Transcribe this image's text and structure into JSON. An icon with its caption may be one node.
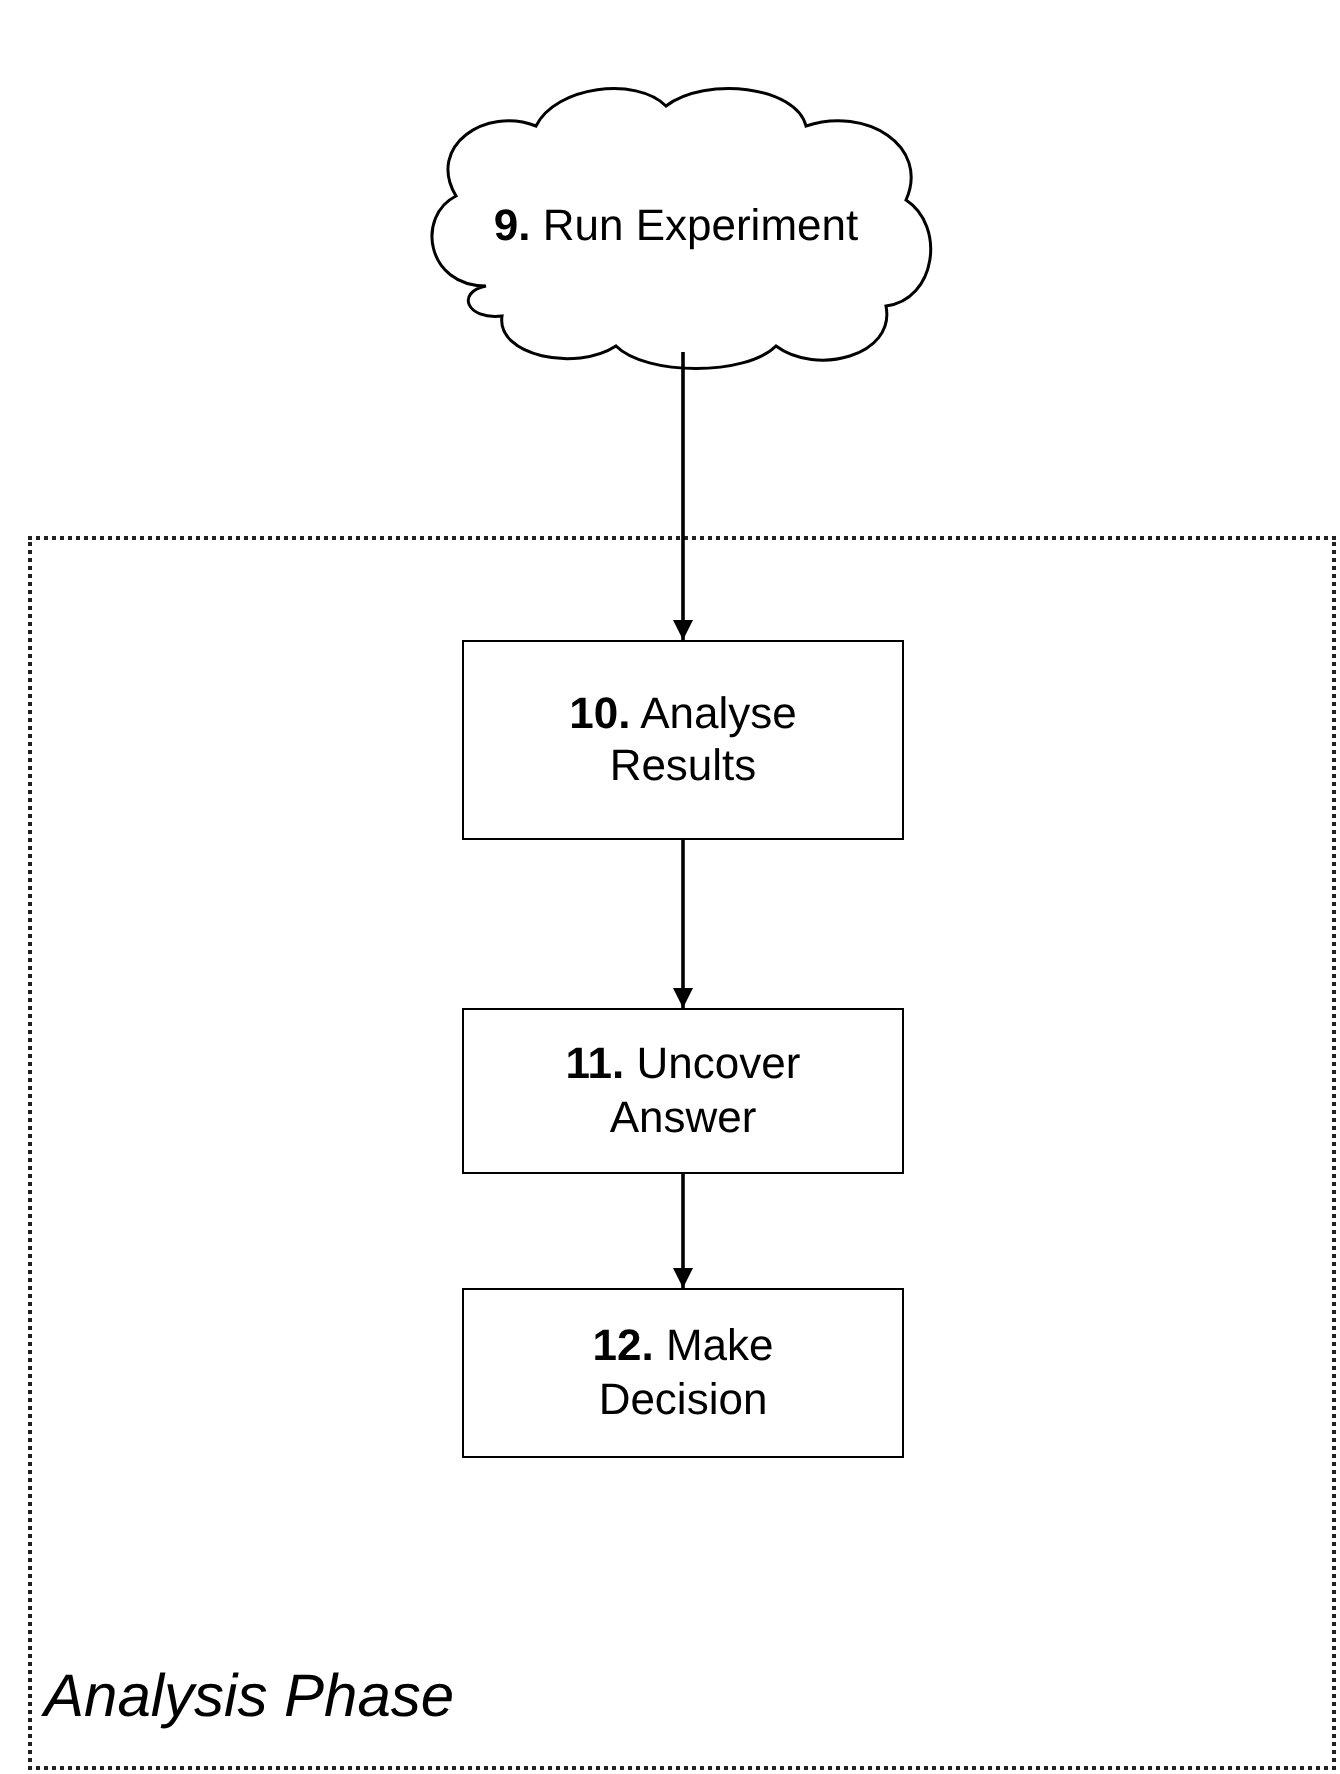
{
  "diagram": {
    "nodes": [
      {
        "text": [
          "**9.** Run Experiment"
        ]
      },
      {
        "text": [
          "Analysis Phase"
        ]
      },
      {
        "text": [
          "**10.** Analyse Results"
        ],
        "in": 1
      },
      {
        "text": [
          "**11.** Uncover Answer"
        ],
        "in": 1
      },
      {
        "text": [
          "**12.** Make Decision"
        ],
        "in": 1
      }
    ],
    "edges": [
      {
        "from": 0,
        "to": 2,
        "arrow": "to"
      },
      {
        "from": 2,
        "to": 3,
        "arrow": "to"
      },
      {
        "from": 3,
        "to": 4,
        "arrow": "to"
      }
    ]
  }
}
